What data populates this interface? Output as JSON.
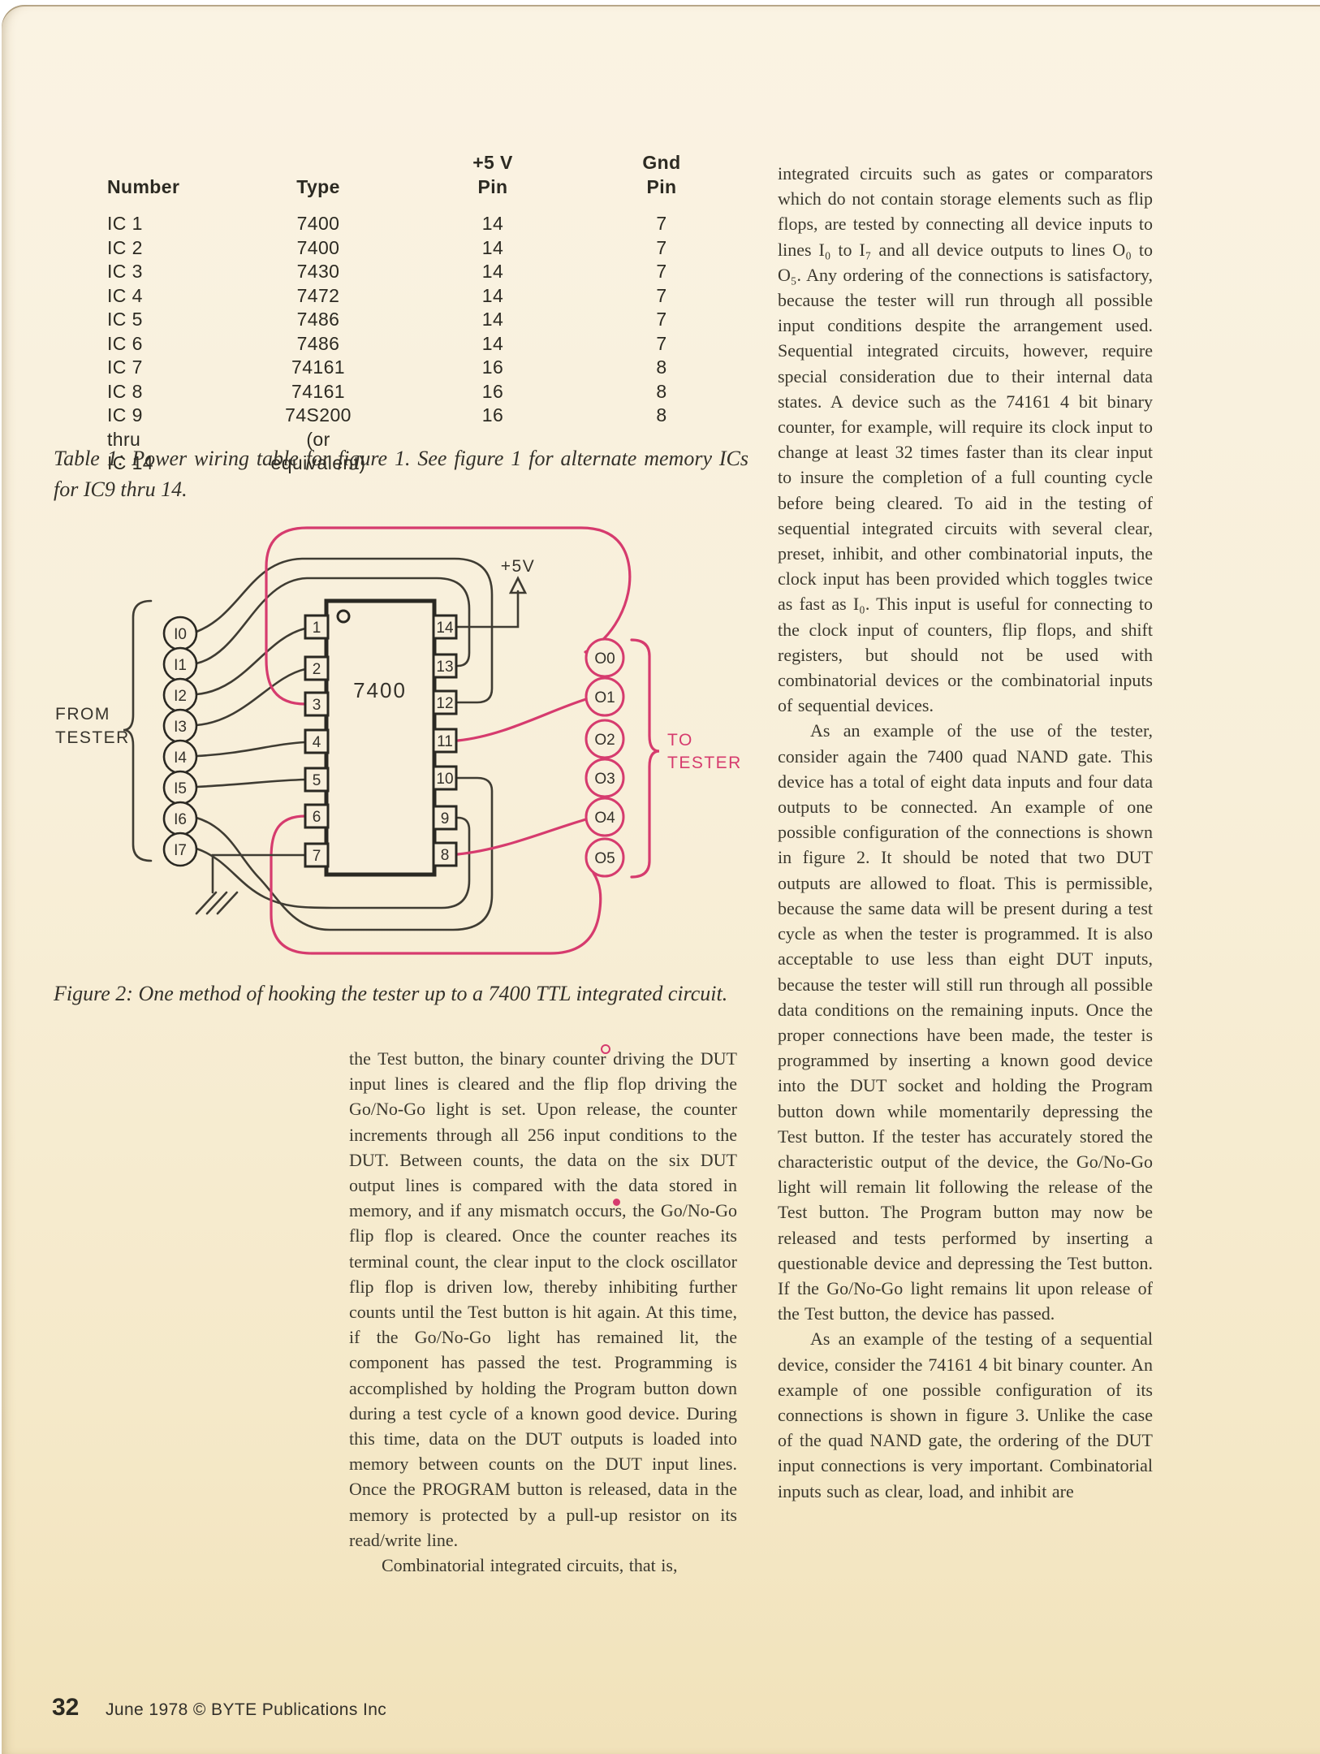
{
  "table1": {
    "headers": {
      "plus5": "+5 V",
      "gnd": "Gnd",
      "number": "Number",
      "type": "Type",
      "pin": "Pin"
    },
    "rows": [
      [
        "IC 1",
        "7400",
        "14",
        "7"
      ],
      [
        "IC 2",
        "7400",
        "14",
        "7"
      ],
      [
        "IC 3",
        "7430",
        "14",
        "7"
      ],
      [
        "IC 4",
        "7472",
        "14",
        "7"
      ],
      [
        "IC 5",
        "7486",
        "14",
        "7"
      ],
      [
        "IC 6",
        "7486",
        "14",
        "7"
      ],
      [
        "IC 7",
        "74161",
        "16",
        "8"
      ],
      [
        "IC 8",
        "74161",
        "16",
        "8"
      ],
      [
        "IC 9",
        "74S200",
        "16",
        "8"
      ],
      [
        "thru",
        "(or",
        "",
        ""
      ],
      [
        "IC 14",
        "equivalent)",
        "",
        ""
      ]
    ],
    "caption": "Table 1: Power wiring table for figure 1. See figure 1 for alternate memory ICs for IC9 thru 14."
  },
  "figure2": {
    "caption": "Figure 2: One method of hooking the tester up to a 7400 TTL integrated circuit.",
    "chip_label": "7400",
    "power_label": "+5V",
    "from_tester": [
      "FROM",
      "TESTER"
    ],
    "to_tester": [
      "TO",
      "TESTER"
    ],
    "inputs": [
      "I0",
      "I1",
      "I2",
      "I3",
      "I4",
      "I5",
      "I6",
      "I7"
    ],
    "outputs": [
      "O0",
      "O1",
      "O2",
      "O3",
      "O4",
      "O5"
    ],
    "left_pins": [
      "1",
      "2",
      "3",
      "4",
      "5",
      "6",
      "7"
    ],
    "right_pins": [
      "14",
      "13",
      "12",
      "11",
      "10",
      "9",
      "8"
    ],
    "colors": {
      "input_wire": "#3f3c33",
      "output_wire": "#d63b6e",
      "page": "#f7eed8"
    }
  },
  "columns": {
    "middle": [
      "the Test button, the binary counter driving the DUT input lines is cleared and the flip flop driving the Go/No-Go light is set. Upon release, the counter increments through all 256 input conditions to the DUT. Between counts, the data on the six DUT output lines is compared with the data stored in memory, and if any mismatch occurs, the Go/No-Go flip flop is cleared. Once the counter reaches its terminal count, the clear input to the clock oscillator flip flop is driven low, thereby inhibiting further counts until the Test button is hit again. At this time, if the Go/No-Go light has remained lit, the component has passed the test. Programming is accomplished by holding the Program button down during a test cycle of a known good device. During this time, data on the DUT outputs is loaded into memory between counts on the DUT input lines. Once the PROGRAM button is released, data in the memory is protected by a pull-up resistor on its read/write line.",
      "Combinatorial integrated circuits, that is,"
    ],
    "right": [
      "integrated circuits such as gates or comparators which do not contain storage elements such as flip flops, are tested by connecting all device inputs to lines I₀ to I₇ and all device outputs to lines O₀ to O₅. Any ordering of the connections is satisfactory, because the tester will run through all possible input conditions despite the arrangement used. Sequential integrated circuits, however, require special consideration due to their internal data states. A device such as the 74161 4 bit binary counter, for example, will require its clock input to change at least 32 times faster than its clear input to insure the completion of a full counting cycle before being cleared. To aid in the testing of sequential integrated circuits with several clear, preset, inhibit, and other combinatorial inputs, the clock input has been provided which toggles twice as fast as I₀. This input is useful for connecting to the clock input of counters, flip flops, and shift registers, but should not be used with combinatorial devices or the combinatorial inputs of sequential devices.",
      "As an example of the use of the tester, consider again the 7400 quad NAND gate. This device has a total of eight data inputs and four data outputs to be connected. An example of one possible configuration of the connections is shown in figure 2. It should be noted that two DUT outputs are allowed to float. This is permissible, because the same data will be present during a test cycle as when the tester is programmed. It is also acceptable to use less than eight DUT inputs, because the tester will still run through all possible data conditions on the remaining inputs. Once the proper connections have been made, the tester is programmed by inserting a known good device into the DUT socket and holding the Program button down while momentarily depressing the Test button. If the tester has accurately stored the characteristic output of the device, the Go/No-Go light will remain lit following the release of the Test button. The Program button may now be released and tests performed by inserting a questionable device and depressing the Test button. If the Go/No-Go light remains lit upon release of the Test button, the device has passed.",
      "As an example of the testing of a sequential device, consider the 74161 4 bit binary counter. An example of one possible configuration of its connections is shown in figure 3. Unlike the case of the quad NAND gate, the ordering of the DUT input connections is very important. Combinatorial inputs such as clear, load, and inhibit are"
    ]
  },
  "footer": {
    "page_number": "32",
    "credit": "June 1978 © BYTE Publications Inc"
  }
}
